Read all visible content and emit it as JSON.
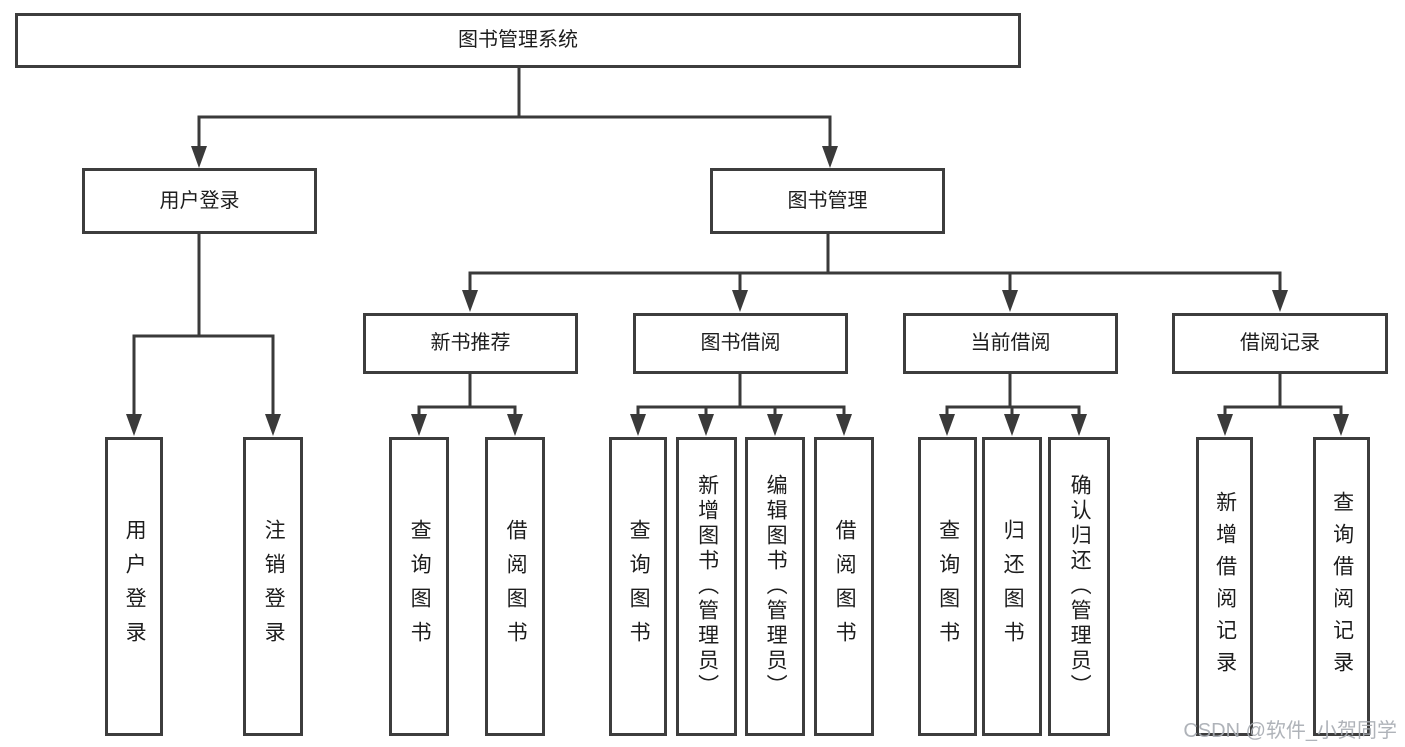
{
  "tree": {
    "label": "图书管理系统",
    "children": [
      {
        "label": "用户登录",
        "children": [
          {
            "label": "用户登录"
          },
          {
            "label": "注销登录"
          }
        ]
      },
      {
        "label": "图书管理",
        "children": [
          {
            "label": "新书推荐",
            "children": [
              {
                "label": "查询图书"
              },
              {
                "label": "借阅图书"
              }
            ]
          },
          {
            "label": "图书借阅",
            "children": [
              {
                "label": "查询图书"
              },
              {
                "label": "新增图书（管理员）"
              },
              {
                "label": "编辑图书（管理员）"
              },
              {
                "label": "借阅图书"
              }
            ]
          },
          {
            "label": "当前借阅",
            "children": [
              {
                "label": "查询图书"
              },
              {
                "label": "归还图书"
              },
              {
                "label": "确认归还（管理员）"
              }
            ]
          },
          {
            "label": "借阅记录",
            "children": [
              {
                "label": "新增借阅记录"
              },
              {
                "label": "查询借阅记录"
              }
            ]
          }
        ]
      }
    ]
  },
  "watermark": {
    "text": "CSDN @软件_小贺同学"
  },
  "colors": {
    "line": "#3a3a3a",
    "box_border": "#3d3d3d",
    "text": "#1d1d1d",
    "watermark": "#a8acb3",
    "background": "#ffffff"
  }
}
